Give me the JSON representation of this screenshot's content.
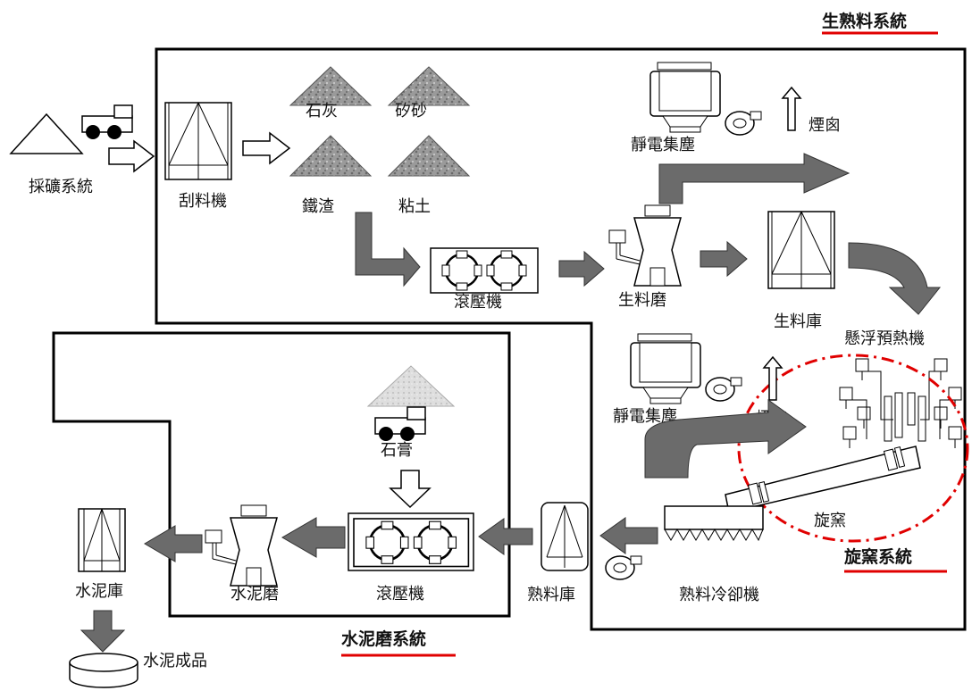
{
  "sections": {
    "raw": "生熟料系統",
    "kiln": "旋窯系統",
    "cement": "水泥磨系統"
  },
  "labels": {
    "mining": "採礦系統",
    "scraper": "刮料機",
    "limestone": "石灰",
    "silica": "矽砂",
    "slag": "鐵渣",
    "clay": "粘土",
    "roller_press_1": "滾壓機",
    "raw_mill": "生料磨",
    "raw_silo": "生料庫",
    "esp_1": "靜電集塵",
    "chimney_1": "煙囪",
    "preheater": "懸浮預熱機",
    "esp_2": "靜電集塵",
    "chimney_2": "煙囪",
    "kiln": "旋窯",
    "clinker_cooler": "熟料冷卻機",
    "clinker_silo": "熟料庫",
    "gypsum": "石膏",
    "roller_press_2": "滾壓機",
    "cement_mill": "水泥磨",
    "cement_silo": "水泥庫",
    "cement_product": "水泥成品"
  },
  "colors": {
    "line": "#000000",
    "arrow_fill": "#6b6b6b",
    "pile_dark": "#8c8c8c",
    "pile_light": "#d2d2d2",
    "underline": "#e00000"
  }
}
